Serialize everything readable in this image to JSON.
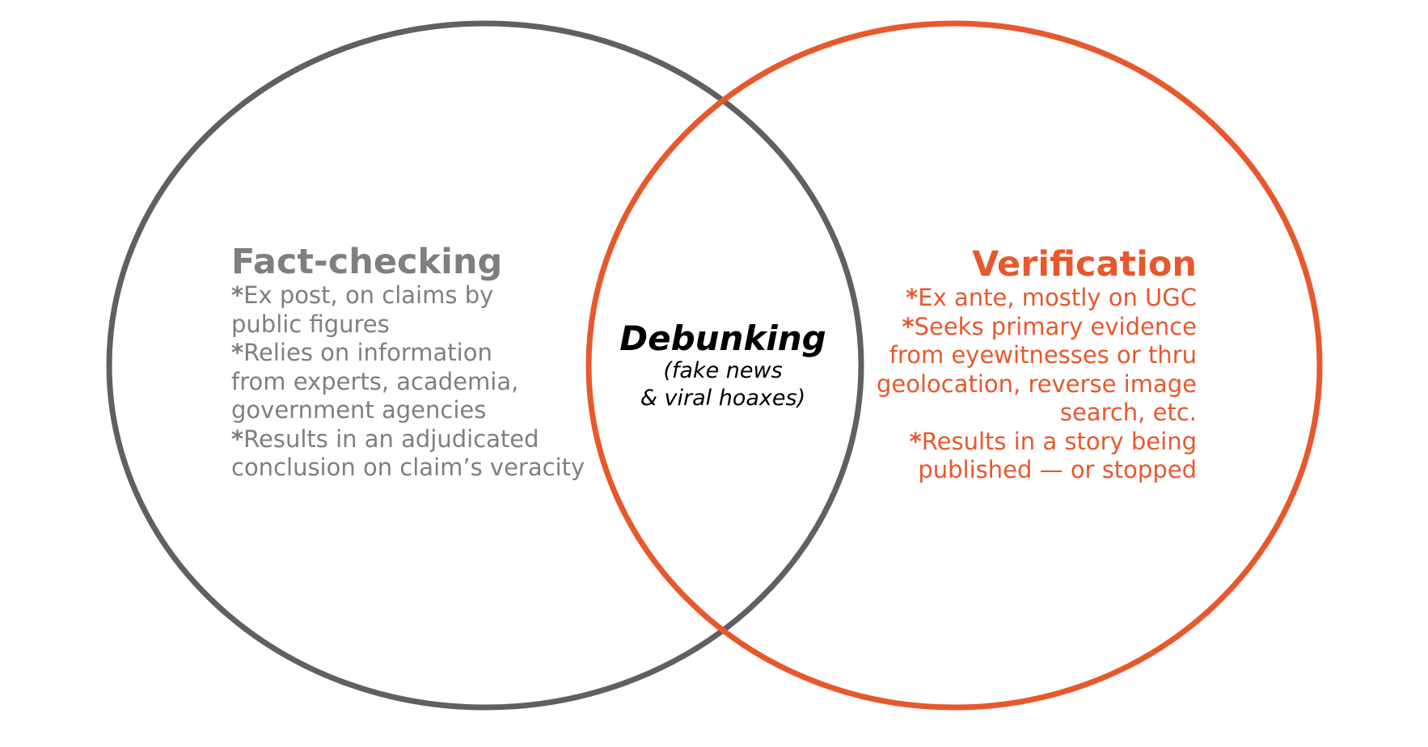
{
  "colors": {
    "left_circle": "#606060",
    "right_circle": "#e8582d",
    "left_text": "#7f7f7f",
    "right_text": "#e8582d",
    "center_text": "#000000"
  },
  "fact_checking": {
    "title": "Fact-checking",
    "lines": [
      {
        "marker": "*",
        "text": "Ex post, on claims by"
      },
      {
        "marker": "",
        "text": "public figures"
      },
      {
        "marker": "*",
        "text": "Relies on information"
      },
      {
        "marker": "",
        "text": "from experts, academia,"
      },
      {
        "marker": "",
        "text": "government agencies"
      },
      {
        "marker": "*",
        "text": "Results in an adjudicated"
      },
      {
        "marker": "",
        "text": "conclusion on claim’s veracity"
      }
    ]
  },
  "debunking": {
    "title": "Debunking",
    "lines": [
      {
        "text": "(fake news"
      },
      {
        "text": "& viral hoaxes)"
      }
    ]
  },
  "verification": {
    "title": "Verification",
    "lines": [
      {
        "marker": "*",
        "text": "Ex ante, mostly on UGC"
      },
      {
        "marker": "*",
        "text": "Seeks primary evidence"
      },
      {
        "marker": "",
        "text": "from eyewitnesses or thru"
      },
      {
        "marker": "",
        "text": "geolocation, reverse image"
      },
      {
        "marker": "",
        "text": "search, etc."
      },
      {
        "marker": "*",
        "text": "Results in a story being"
      },
      {
        "marker": "",
        "text": "published — or stopped"
      }
    ]
  }
}
